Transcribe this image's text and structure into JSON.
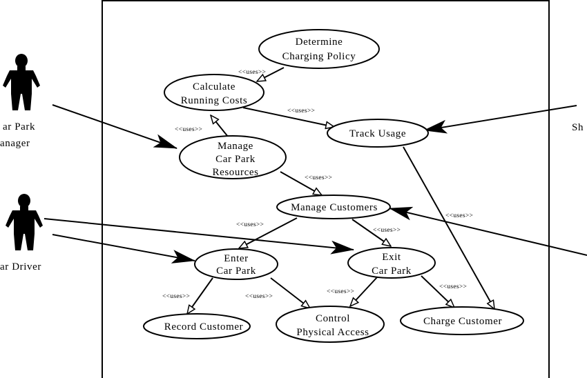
{
  "use_cases": {
    "determine_charging_policy": [
      "Determine",
      "Charging Policy"
    ],
    "calculate_running_costs": [
      "Calculate",
      "Running Costs"
    ],
    "track_usage": [
      "Track Usage"
    ],
    "manage_car_park_resources": [
      "Manage",
      "Car Park",
      "Resources"
    ],
    "manage_customers": [
      "Manage Customers"
    ],
    "enter_car_park": [
      "Enter",
      "Car Park"
    ],
    "exit_car_park": [
      "Exit",
      "Car Park"
    ],
    "record_customer": [
      "Record Customer"
    ],
    "control_physical_access": [
      "Control",
      "Physical Access"
    ],
    "charge_customer": [
      "Charge Customer"
    ]
  },
  "actors": {
    "car_park_manager": [
      "ar Park",
      "anager"
    ],
    "car_driver": [
      "ar Driver"
    ],
    "right_actor_partial": [
      "Sh"
    ]
  },
  "stereotype_label": "<<uses>>",
  "relationships": [
    {
      "from": "determine_charging_policy",
      "to": "calculate_running_costs",
      "label": "<<uses>>"
    },
    {
      "from": "calculate_running_costs",
      "to": "track_usage",
      "label": "<<uses>>"
    },
    {
      "from": "manage_car_park_resources",
      "to": "calculate_running_costs",
      "label": "<<uses>>"
    },
    {
      "from": "manage_car_park_resources",
      "to": "manage_customers",
      "label": "<<uses>>"
    },
    {
      "from": "manage_customers",
      "to": "enter_car_park",
      "label": "<<uses>>"
    },
    {
      "from": "manage_customers",
      "to": "exit_car_park",
      "label": "<<uses>>"
    },
    {
      "from": "enter_car_park",
      "to": "record_customer",
      "label": "<<uses>>"
    },
    {
      "from": "enter_car_park",
      "to": "control_physical_access",
      "label": "<<uses>>"
    },
    {
      "from": "exit_car_park",
      "to": "control_physical_access",
      "label": "<<uses>>"
    },
    {
      "from": "exit_car_park",
      "to": "charge_customer",
      "label": "<<uses>>"
    },
    {
      "from": "track_usage",
      "to": "charge_customer",
      "label": "<<uses>>"
    }
  ],
  "associations": [
    {
      "actor": "car_park_manager",
      "use_case": "manage_car_park_resources"
    },
    {
      "actor": "car_driver",
      "use_case": "enter_car_park"
    },
    {
      "actor": "car_driver",
      "use_case": "exit_car_park"
    },
    {
      "actor": "right_actor_partial",
      "use_case": "track_usage"
    },
    {
      "actor": "right_actor_partial",
      "use_case": "manage_customers"
    }
  ]
}
